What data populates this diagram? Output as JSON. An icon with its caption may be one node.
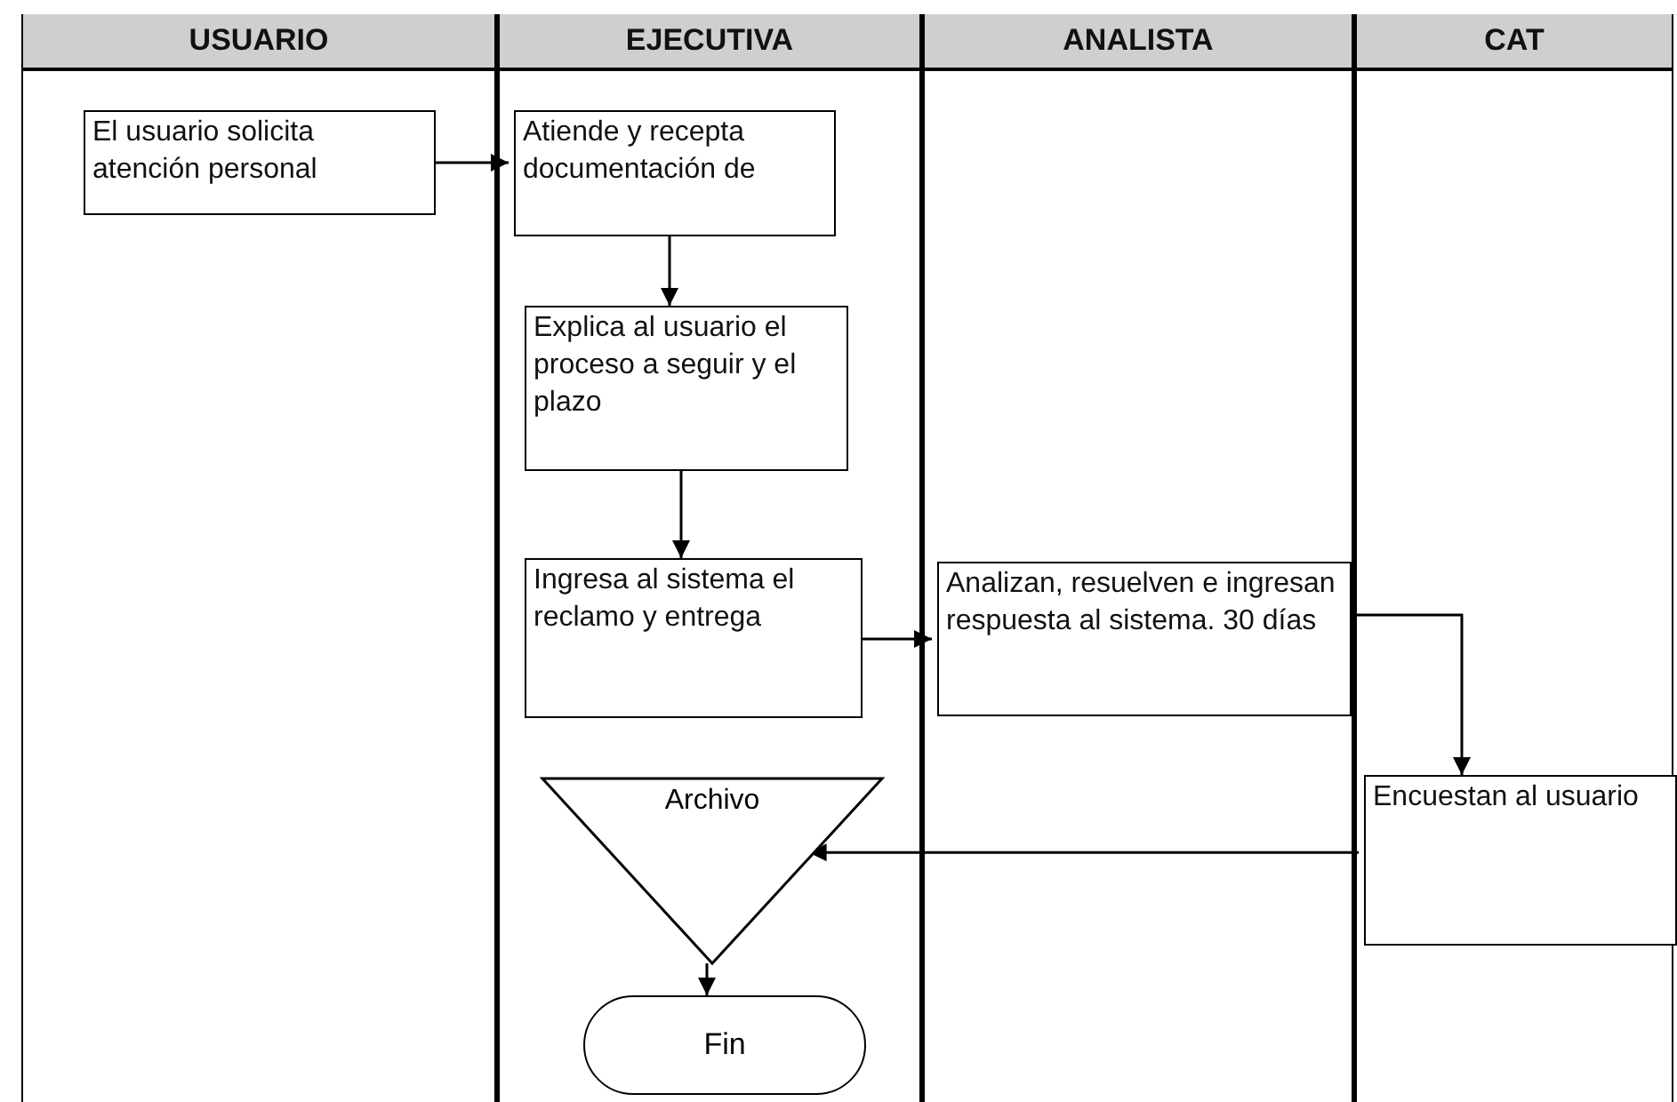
{
  "diagram": {
    "nodes": [
      {
        "text": [
          "USUARIO"
        ]
      },
      {
        "text": [
          "EJECUTIVA"
        ]
      },
      {
        "text": [
          "ANALISTA"
        ]
      },
      {
        "text": [
          "CAT"
        ]
      },
      {
        "text": [
          "El usuario solicita atención personal"
        ],
        "in": 0
      },
      {
        "text": [
          "Atiende y recepta documentación de"
        ],
        "in": 1
      },
      {
        "text": [
          "Explica al usuario el proceso a seguir y el plazo"
        ],
        "in": 1
      },
      {
        "text": [
          "Ingresa al sistema el reclamo y entrega"
        ],
        "in": 1
      },
      {
        "text": [
          "Analizan, resuelven e ingresan respuesta al sistema. 30 días"
        ],
        "in": 2
      },
      {
        "text": [
          "Encuestan al usuario"
        ],
        "in": 3
      },
      {
        "text": [
          "Archivo"
        ],
        "in": 1
      },
      {
        "text": [
          "Fin"
        ],
        "in": 1
      }
    ],
    "edges": [
      {
        "from": 4,
        "to": 5,
        "arrow": "to"
      },
      {
        "from": 5,
        "to": 6,
        "arrow": "to"
      },
      {
        "from": 6,
        "to": 7,
        "arrow": "to"
      },
      {
        "from": 7,
        "to": 8,
        "arrow": "to"
      },
      {
        "from": 8,
        "to": 9,
        "arrow": "to"
      },
      {
        "from": 9,
        "to": 10,
        "arrow": "to"
      },
      {
        "from": 10,
        "to": 11,
        "arrow": "to"
      }
    ]
  }
}
